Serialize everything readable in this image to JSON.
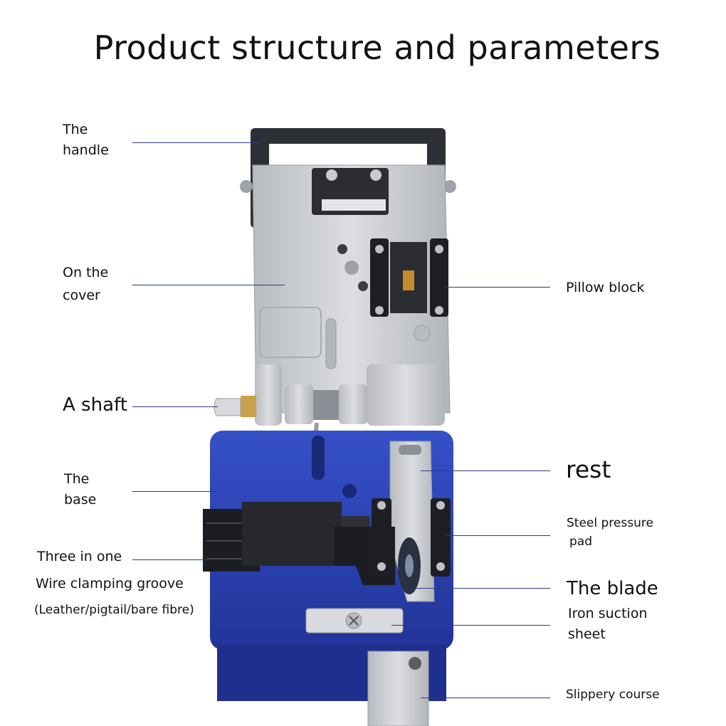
{
  "title": "Product structure and parameters",
  "labels": {
    "handle": [
      "The",
      "handle"
    ],
    "cover": [
      "On the",
      "cover"
    ],
    "shaft": "A shaft",
    "base": [
      "The",
      "base"
    ],
    "clamp": [
      "Three in one",
      "Wire clamping groove",
      "(Leather/pigtail/bare fibre)"
    ],
    "pillow": "Pillow block",
    "rest": "rest",
    "pressure": [
      "Steel pressure",
      "pad"
    ],
    "blade": "The blade",
    "iron": [
      "Iron suction",
      "sheet"
    ],
    "slippery": "Slippery course"
  },
  "colors": {
    "base_blue": "#2b3fb0",
    "metal": "#c9cbcf",
    "leader": "#2a3a8a"
  }
}
